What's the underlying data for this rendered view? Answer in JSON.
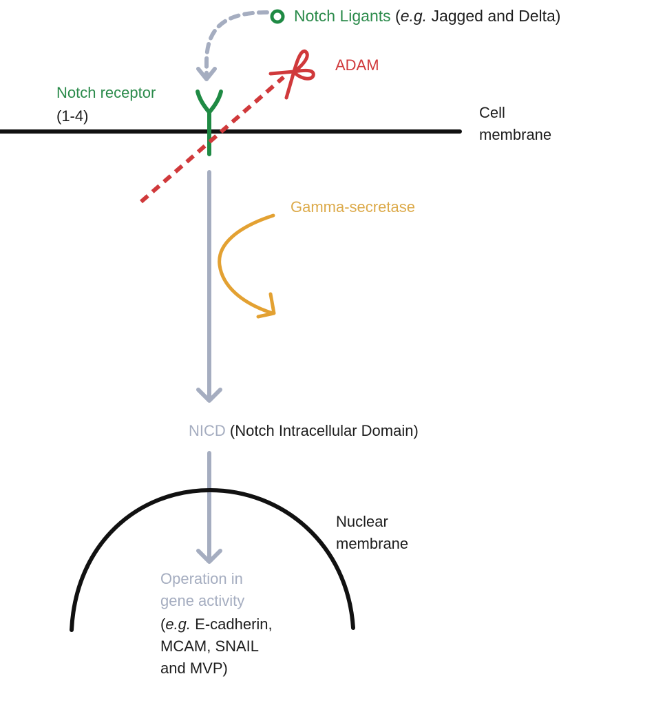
{
  "colors": {
    "ligand": "#1f8a44",
    "receptor": "#1f8a44",
    "adam": "#d0393b",
    "gamma": "#e3a132",
    "flow": "#a5adc0",
    "membrane": "#111111",
    "text": "#1d1d1d"
  },
  "labels": {
    "ligands": {
      "name": "Notch Ligants",
      "open": "(",
      "eg": "e.g.",
      "rest": " Jagged and Delta)"
    },
    "adam": "ADAM",
    "receptor": {
      "line1": "Notch receptor",
      "line2": "(1-4)"
    },
    "cell_membrane": {
      "line1": "Cell",
      "line2": "membrane"
    },
    "gamma_secretase": "Gamma-secretase",
    "nicd": {
      "abbr": "NICD",
      "full": "(Notch Intracellular Domain)"
    },
    "nuclear_membrane": {
      "line1": "Nuclear",
      "line2": "membrane"
    },
    "gene_activity": {
      "line1": "Operation in",
      "line2": "gene activity",
      "examples_open": "(",
      "examples_eg": "e.g.",
      "examples_line1_rest": " E-cadherin,",
      "examples_line2": "MCAM, SNAIL",
      "examples_line3": "and MVP)"
    }
  }
}
